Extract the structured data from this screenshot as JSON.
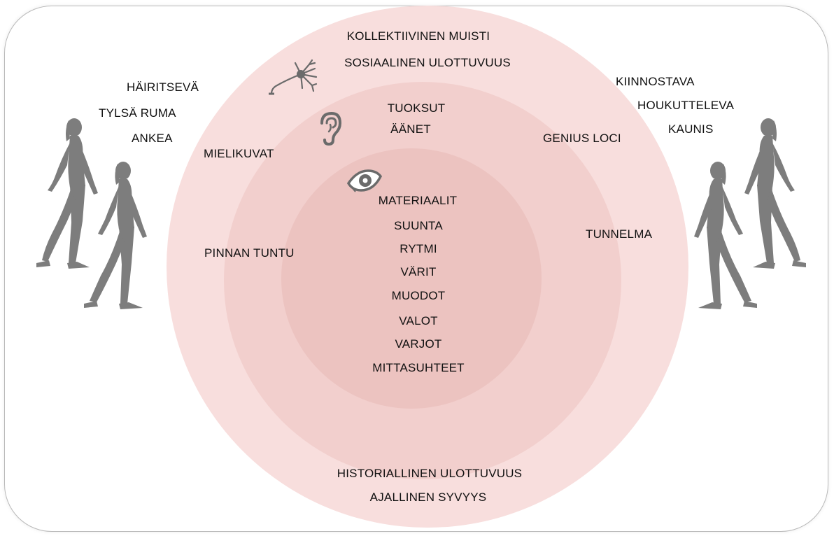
{
  "colors": {
    "outer_ring": "#f8dedd",
    "middle_ring": "#f2cfcd",
    "inner_ring": "#ecc3c0",
    "silhouette": "#7d7d7d",
    "icon": "#6b6b6b"
  },
  "icons": [
    "neuron-icon",
    "ear-icon",
    "eye-icon",
    "walking-woman-silhouette"
  ],
  "left_words": {
    "line1": "HÄIRITSEVÄ",
    "line2": "TYLSÄ RUMA",
    "line3": "ANKEA"
  },
  "right_words": {
    "line1": "KIINNOSTAVA",
    "line2": "HOUKUTTELEVA",
    "line3": "KAUNIS"
  },
  "outer_ring": {
    "top1": "KOLLEKTIIVINEN MUISTI",
    "top2": "SOSIAALINEN ULOTTUVUUS",
    "bottom1": "HISTORIALLINEN ULOTTUVUUS",
    "bottom2": "AJALLINEN SYVYYS",
    "left1": "MIELIKUVAT",
    "left2": "PINNAN TUNTU",
    "right1": "GENIUS LOCI",
    "right2": "TUNNELMA"
  },
  "middle_ring": {
    "line1": "TUOKSUT",
    "line2": "ÄÄNET"
  },
  "inner_ring": {
    "items": [
      "MATERIAALIT",
      "SUUNTA",
      "RYTMI",
      "VÄRIT",
      "MUODOT",
      "VALOT",
      "VARJOT",
      "MITTASUHTEET"
    ]
  }
}
